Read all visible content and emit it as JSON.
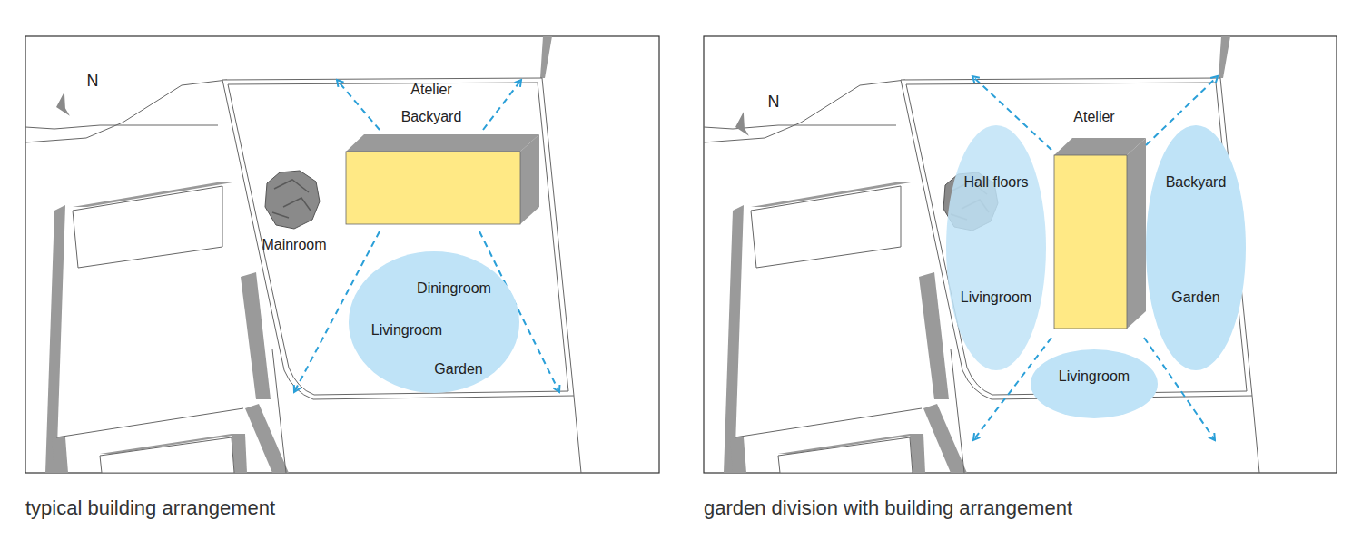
{
  "diagram": {
    "nodes": [
      {
        "text": [
          "Diningroom",
          "Livingroom",
          "Garden"
        ]
      },
      {
        "text": [
          "Hall floors",
          "Livingroom"
        ]
      },
      {
        "text": [
          "Backyard",
          "Garden"
        ]
      },
      {
        "text": [
          "Livingroom"
        ]
      }
    ],
    "labels": [
      "N",
      "Atelier",
      "Backyard",
      "Mainroom",
      "N",
      "Atelier",
      "typical building arrangement",
      "garden division with building arrangement"
    ]
  }
}
